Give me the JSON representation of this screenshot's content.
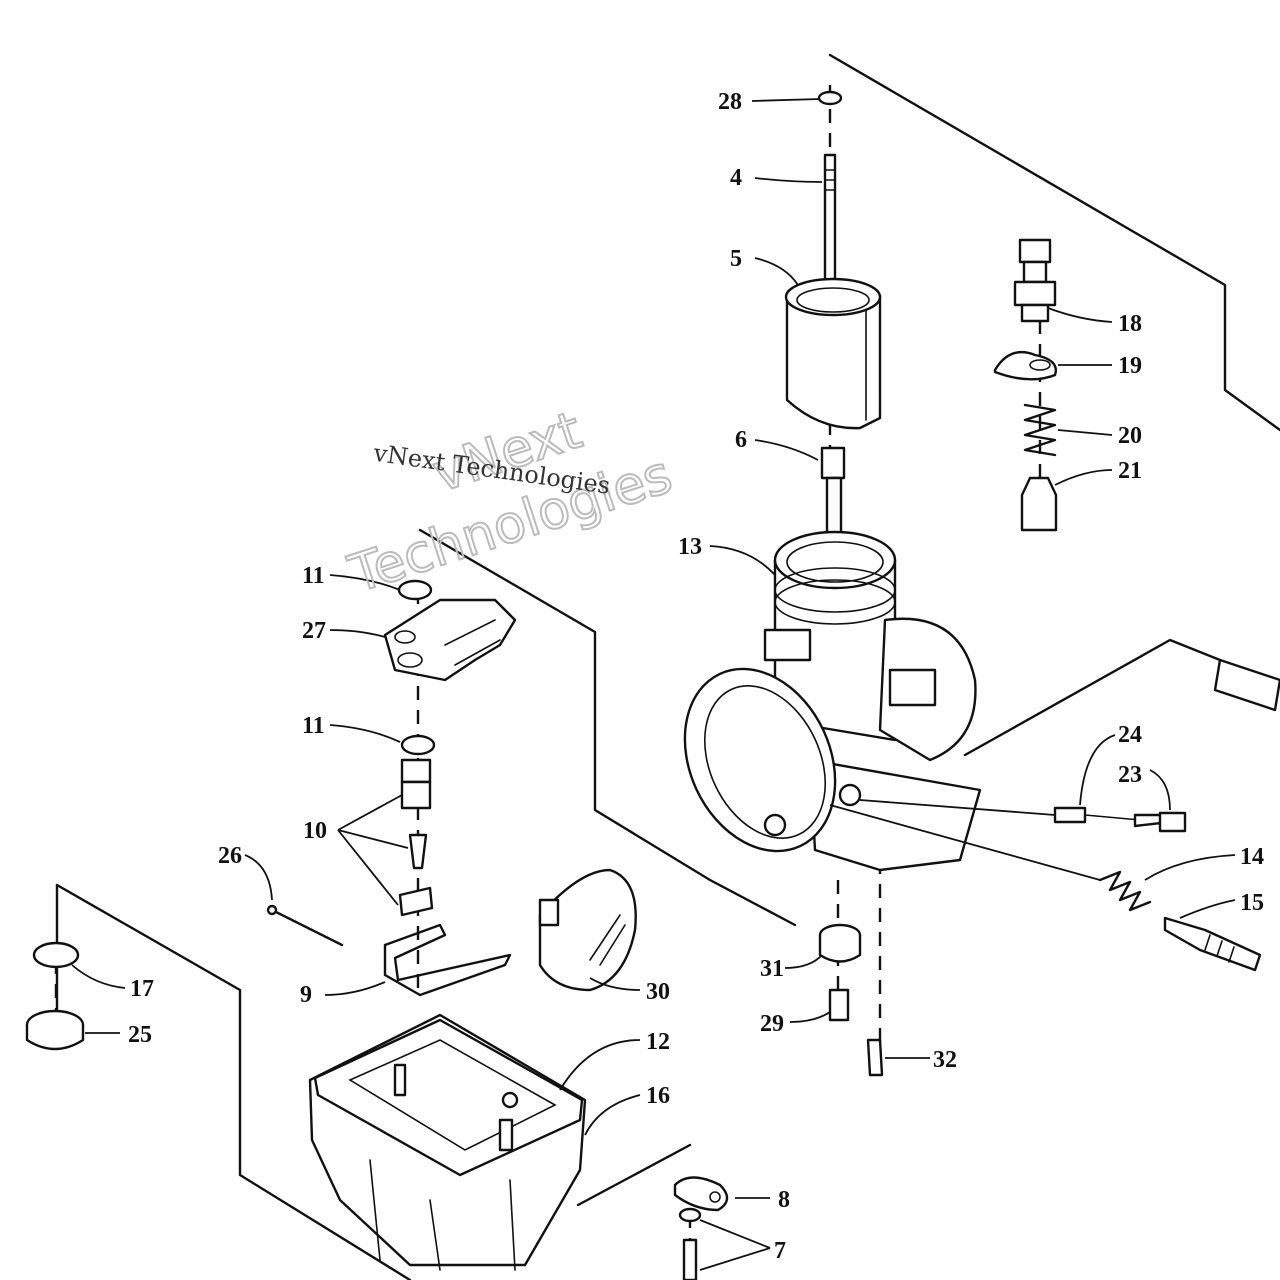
{
  "watermark": {
    "outline_line1": "vNext",
    "outline_line2": "Technologies",
    "caption": "vNext Technologies"
  },
  "callouts": {
    "c28": "28",
    "c4": "4",
    "c5": "5",
    "c6": "6",
    "c13": "13",
    "c18": "18",
    "c19": "19",
    "c20": "20",
    "c21": "21",
    "c11a": "11",
    "c27": "27",
    "c11b": "11",
    "c10": "10",
    "c26": "26",
    "c9": "9",
    "c17": "17",
    "c25": "25",
    "c24": "24",
    "c23": "23",
    "c14": "14",
    "c15": "15",
    "c31": "31",
    "c29": "29",
    "c32": "32",
    "c30": "30",
    "c12": "12",
    "c16": "16",
    "c8": "8",
    "c7": "7"
  }
}
